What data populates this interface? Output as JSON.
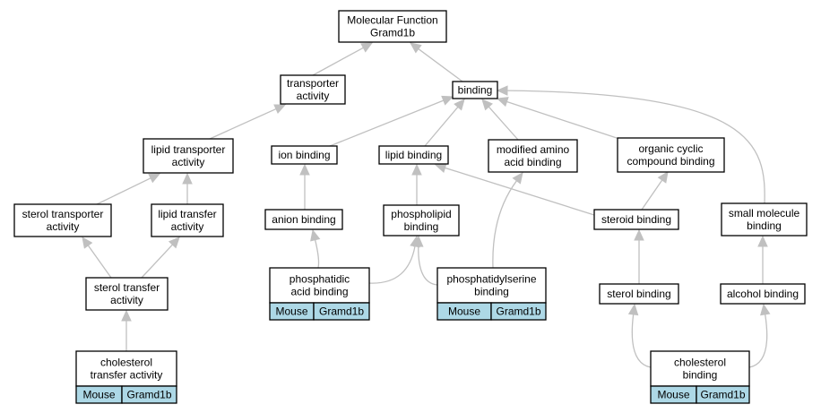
{
  "nodes": [
    {
      "id": "root",
      "lines": [
        "Molecular Function",
        "Gramd1b"
      ]
    },
    {
      "id": "transporter_activity",
      "lines": [
        "transporter",
        "activity"
      ]
    },
    {
      "id": "binding",
      "lines": [
        "binding"
      ]
    },
    {
      "id": "lipid_transporter_activity",
      "lines": [
        "lipid transporter",
        "activity"
      ]
    },
    {
      "id": "ion_binding",
      "lines": [
        "ion binding"
      ]
    },
    {
      "id": "lipid_binding",
      "lines": [
        "lipid binding"
      ]
    },
    {
      "id": "modified_amino_acid_binding",
      "lines": [
        "modified amino",
        "acid binding"
      ]
    },
    {
      "id": "organic_cyclic_compound_binding",
      "lines": [
        "organic cyclic",
        "compound binding"
      ]
    },
    {
      "id": "sterol_transporter_activity",
      "lines": [
        "sterol transporter",
        "activity"
      ]
    },
    {
      "id": "lipid_transfer_activity",
      "lines": [
        "lipid transfer",
        "activity"
      ]
    },
    {
      "id": "anion_binding",
      "lines": [
        "anion binding"
      ]
    },
    {
      "id": "phospholipid_binding",
      "lines": [
        "phospholipid",
        "binding"
      ]
    },
    {
      "id": "steroid_binding",
      "lines": [
        "steroid binding"
      ]
    },
    {
      "id": "small_molecule_binding",
      "lines": [
        "small molecule",
        "binding"
      ]
    },
    {
      "id": "sterol_transfer_activity",
      "lines": [
        "sterol transfer",
        "activity"
      ]
    },
    {
      "id": "phosphatidic_acid_binding",
      "lines": [
        "phosphatidic",
        "acid binding"
      ],
      "tags": [
        "Mouse",
        "Gramd1b"
      ]
    },
    {
      "id": "phosphatidylserine_binding",
      "lines": [
        "phosphatidylserine",
        "binding"
      ],
      "tags": [
        "Mouse",
        "Gramd1b"
      ]
    },
    {
      "id": "sterol_binding",
      "lines": [
        "sterol binding"
      ]
    },
    {
      "id": "alcohol_binding",
      "lines": [
        "alcohol binding"
      ]
    },
    {
      "id": "cholesterol_transfer_activity",
      "lines": [
        "cholesterol",
        "transfer activity"
      ],
      "tags": [
        "Mouse",
        "Gramd1b"
      ]
    },
    {
      "id": "cholesterol_binding",
      "lines": [
        "cholesterol",
        "binding"
      ],
      "tags": [
        "Mouse",
        "Gramd1b"
      ]
    }
  ],
  "edges": [
    {
      "from": "transporter_activity",
      "to": "root"
    },
    {
      "from": "binding",
      "to": "root"
    },
    {
      "from": "lipid_transporter_activity",
      "to": "transporter_activity"
    },
    {
      "from": "ion_binding",
      "to": "binding"
    },
    {
      "from": "lipid_binding",
      "to": "binding"
    },
    {
      "from": "modified_amino_acid_binding",
      "to": "binding"
    },
    {
      "from": "organic_cyclic_compound_binding",
      "to": "binding"
    },
    {
      "from": "small_molecule_binding",
      "to": "binding"
    },
    {
      "from": "sterol_transporter_activity",
      "to": "lipid_transporter_activity"
    },
    {
      "from": "lipid_transfer_activity",
      "to": "lipid_transporter_activity"
    },
    {
      "from": "anion_binding",
      "to": "ion_binding"
    },
    {
      "from": "phospholipid_binding",
      "to": "lipid_binding"
    },
    {
      "from": "steroid_binding",
      "to": "lipid_binding"
    },
    {
      "from": "steroid_binding",
      "to": "organic_cyclic_compound_binding"
    },
    {
      "from": "sterol_transfer_activity",
      "to": "sterol_transporter_activity"
    },
    {
      "from": "sterol_transfer_activity",
      "to": "lipid_transfer_activity"
    },
    {
      "from": "phosphatidic_acid_binding",
      "to": "anion_binding"
    },
    {
      "from": "phosphatidic_acid_binding",
      "to": "phospholipid_binding"
    },
    {
      "from": "phosphatidylserine_binding",
      "to": "phospholipid_binding"
    },
    {
      "from": "phosphatidylserine_binding",
      "to": "modified_amino_acid_binding"
    },
    {
      "from": "sterol_binding",
      "to": "steroid_binding"
    },
    {
      "from": "alcohol_binding",
      "to": "small_molecule_binding"
    },
    {
      "from": "cholesterol_transfer_activity",
      "to": "sterol_transfer_activity"
    },
    {
      "from": "cholesterol_binding",
      "to": "sterol_binding"
    },
    {
      "from": "cholesterol_binding",
      "to": "alcohol_binding"
    }
  ],
  "colors": {
    "tag_fill": "#add8e6",
    "edge": "#c0c0c0",
    "node_border": "#000000",
    "node_fill": "#ffffff"
  }
}
